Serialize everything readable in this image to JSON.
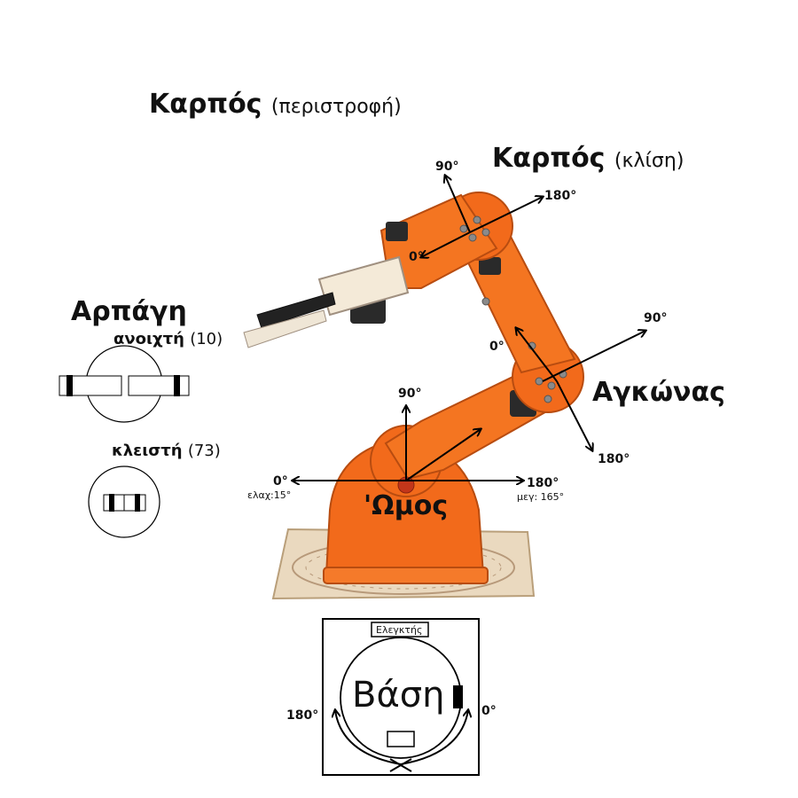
{
  "labels": {
    "wrist_rotation": {
      "main": "Καρπός",
      "sub": "(περιστροφή)"
    },
    "wrist_tilt": {
      "main": "Καρπός",
      "sub": "(κλίση)"
    },
    "gripper": "Αρπάγη",
    "gripper_open": {
      "main": "ανοιχτή",
      "sub": "(10)"
    },
    "gripper_closed": {
      "main": "κλειστή",
      "sub": "(73)"
    },
    "elbow": "Αγκώνας",
    "shoulder": "'Ωμος",
    "base": "Βάση",
    "controller": "Ελεγκτής"
  },
  "angles": {
    "wrist_90": "90°",
    "wrist_180": "180°",
    "wrist_0": "0°",
    "elbow_90": "90°",
    "elbow_0": "0°",
    "elbow_180": "180°",
    "shoulder_90": "90°",
    "shoulder_0": "0°",
    "shoulder_min": "ελαχ:15°",
    "shoulder_180": "180°",
    "shoulder_max": "μεγ: 165°",
    "base_180": "180°",
    "base_0": "0°"
  },
  "colors": {
    "robot_orange": "#f26a1b",
    "robot_dark": "#222222",
    "board": "#e9d8bf",
    "arrow": "#000000"
  }
}
